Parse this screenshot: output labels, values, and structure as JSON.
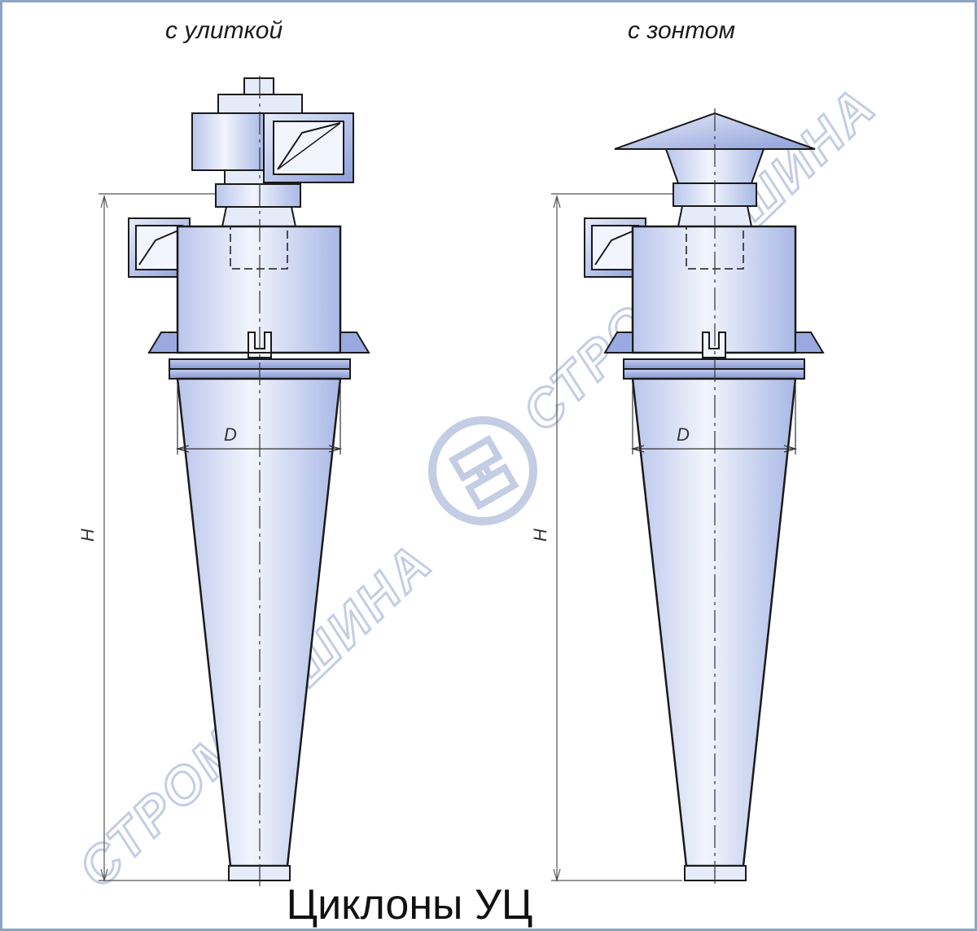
{
  "captions": {
    "left": "с улиткой",
    "right": "с зонтом"
  },
  "dimensions": {
    "diameter": "D",
    "height": "H"
  },
  "title": "Циклоны УЦ",
  "watermark": {
    "text_lower": "СТРОММАШИНА",
    "text_upper": "СТРОММАШИНА",
    "logo": "company-logo"
  },
  "colors": {
    "body_fill": "#dfe6f8",
    "body_shade": "#9fb0e0",
    "outline": "#1a1a1a",
    "watermark": "#c3cde4",
    "frame": "#8fa3c4"
  }
}
